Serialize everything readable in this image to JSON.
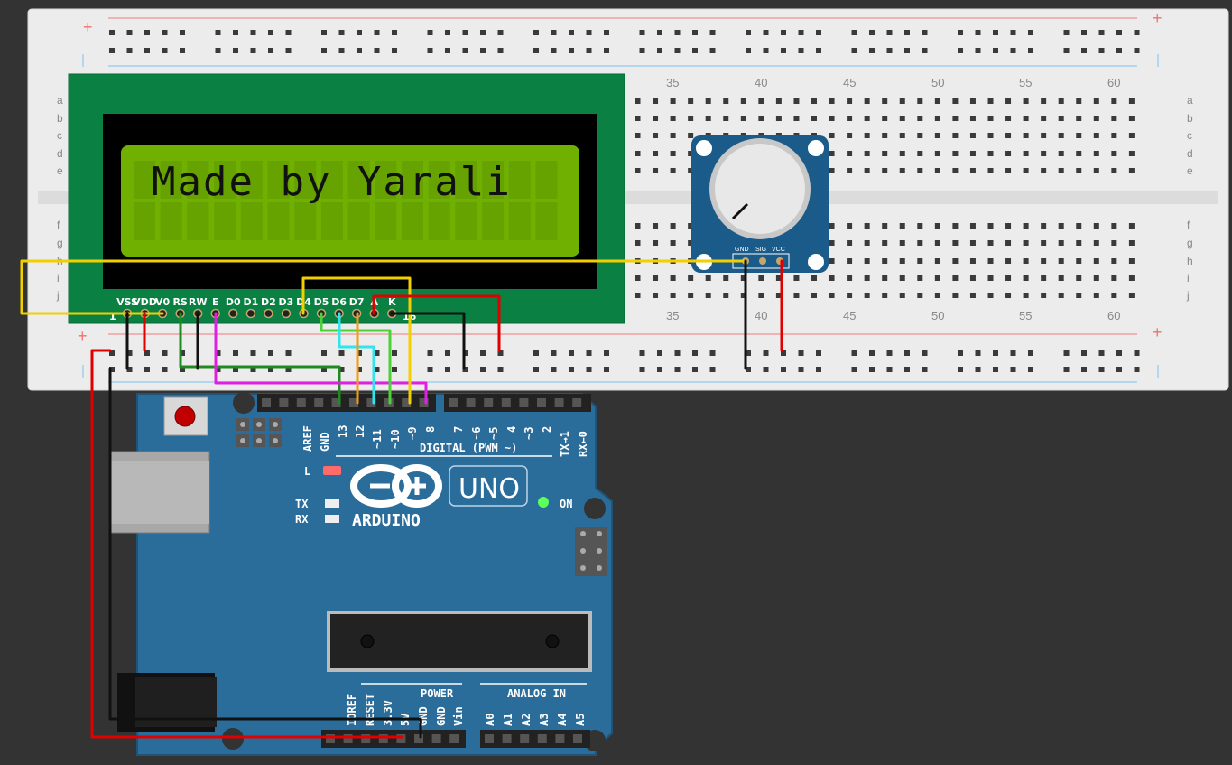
{
  "lcd": {
    "display_text": "Made by Yarali",
    "pin_labels": [
      "VSS",
      "VDD",
      "V0",
      "RS",
      "RW",
      "E",
      "D0",
      "D1",
      "D2",
      "D3",
      "D4",
      "D5",
      "D6",
      "D7",
      "A",
      "K"
    ],
    "pin_first": "1",
    "pin_last": "16"
  },
  "breadboard": {
    "column_numbers": [
      "35",
      "40",
      "45",
      "50",
      "55",
      "60"
    ],
    "rows_top": [
      "a",
      "b",
      "c",
      "d",
      "e"
    ],
    "rows_bottom": [
      "f",
      "g",
      "h",
      "i",
      "j"
    ],
    "rail_plus": "+"
  },
  "potentiometer": {
    "pins": [
      "GND",
      "SIG",
      "VCC"
    ]
  },
  "arduino": {
    "logo_text": "ARDUINO",
    "model": "UNO",
    "on_label": "ON",
    "led_l": "L",
    "led_tx": "TX",
    "led_rx": "RX",
    "digital_header": "DIGITAL (PWM ~)",
    "digital_pins": [
      "AREF",
      "GND",
      "13",
      "12",
      "~11",
      "~10",
      "~9",
      "8",
      "7",
      "~6",
      "~5",
      "4",
      "~3",
      "2",
      "TX→1",
      "RX←0"
    ],
    "power_header": "POWER",
    "power_pins": [
      "IOREF",
      "RESET",
      "3.3V",
      "5V",
      "GND",
      "GND",
      "Vin"
    ],
    "analog_header": "ANALOG IN",
    "analog_pins": [
      "A0",
      "A1",
      "A2",
      "A3",
      "A4",
      "A5"
    ]
  },
  "colors": {
    "background": "#333333",
    "breadboard": "#ececec",
    "lcd_pcb": "#0a8043",
    "lcd_screen": "#6fb000",
    "arduino_board": "#2a6c9a",
    "pot_board": "#1a5b8a",
    "wire_yellow": "#f2d000",
    "wire_red": "#e00000",
    "wire_black": "#111111",
    "wire_green": "#1f8a1f",
    "wire_lightgreen": "#4cd137",
    "wire_orange": "#f39c12",
    "wire_cyan": "#2ee6f0",
    "wire_magenta": "#e020e0"
  }
}
